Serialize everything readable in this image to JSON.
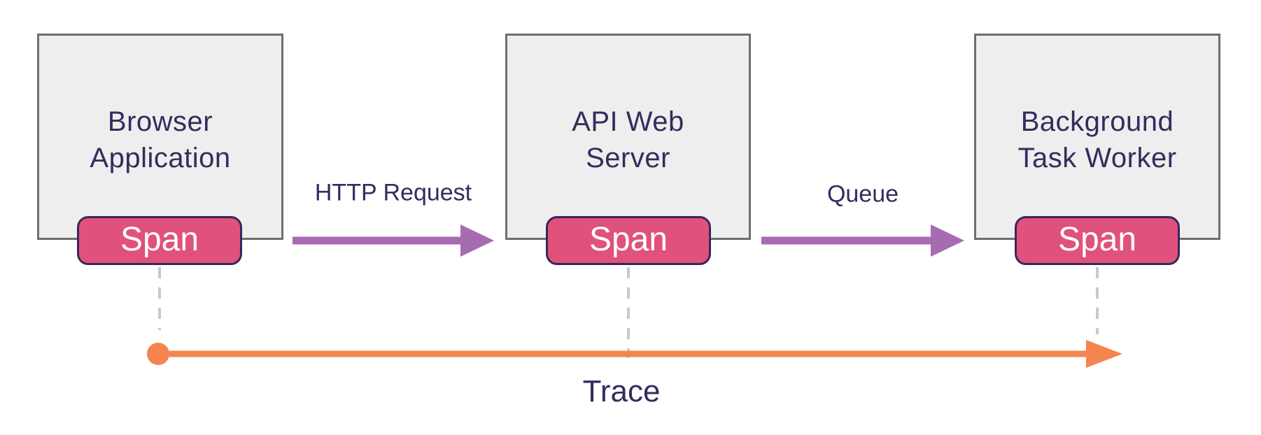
{
  "nodes": [
    {
      "label": "Browser\nApplication",
      "span_label": "Span"
    },
    {
      "label": "API Web\nServer",
      "span_label": "Span"
    },
    {
      "label": "Background\nTask Worker",
      "span_label": "Span"
    }
  ],
  "edges": [
    {
      "label": "HTTP Request"
    },
    {
      "label": "Queue"
    }
  ],
  "trace": {
    "label": "Trace"
  },
  "colors": {
    "background": "#ffffff",
    "box_fill": "#eeeeee",
    "box_border": "#6e6e6e",
    "text": "#342c5e",
    "span_fill": "#e0517c",
    "span_border": "#38275b",
    "span_text": "#ffffff",
    "arrow": "#a76bb2",
    "trace": "#f5854e",
    "connector": "#c9c9c9"
  }
}
